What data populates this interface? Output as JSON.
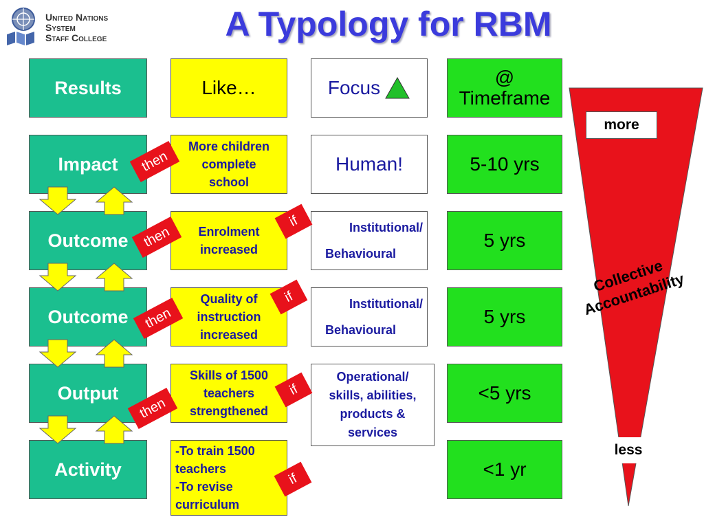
{
  "header": {
    "title": "A Typology for RBM",
    "org_lines": [
      "United Nations",
      "System",
      "Staff College"
    ]
  },
  "headers": {
    "level": "Results",
    "like": "Like…",
    "focus": "Focus",
    "timeframe_line1": "@",
    "timeframe_line2": "Timeframe"
  },
  "levels": [
    {
      "label": "Impact",
      "like_lines": [
        "More children",
        "complete",
        "school"
      ],
      "focus_lines": [
        "Human!"
      ],
      "timeframe": "5-10 yrs"
    },
    {
      "label": "Outcome",
      "like_lines": [
        "Enrolment",
        "increased"
      ],
      "focus_lines": [
        "Institutional/",
        "Behavioural"
      ],
      "timeframe": "5 yrs"
    },
    {
      "label": "Outcome",
      "like_lines": [
        "Quality of",
        "instruction",
        "increased"
      ],
      "focus_lines": [
        "Institutional/",
        "Behavioural"
      ],
      "timeframe": "5 yrs"
    },
    {
      "label": "Output",
      "like_lines": [
        "Skills of 1500",
        "teachers",
        "strengthened"
      ],
      "focus_lines": [
        "Operational/",
        "skills, abilities,",
        "products &",
        "services"
      ],
      "timeframe": "<5 yrs"
    },
    {
      "label": "Activity",
      "like_lines": [
        "-To train 1500",
        "teachers",
        "-To revise",
        "curriculum"
      ],
      "focus_lines": [],
      "timeframe": "<1 yr"
    }
  ],
  "tags": {
    "then": "then",
    "if": "if"
  },
  "accountability": {
    "top": "more",
    "bottom": "less",
    "line1": "Collective",
    "line2": "Accountability"
  },
  "colors": {
    "level_box": "#1bbf8f",
    "like_box": "#ffff00",
    "timeframe_box": "#22e01e",
    "tag": "#e8121b",
    "arrow": "#ffff00",
    "funnel": "#e8121b",
    "focus_triangle": "#22c02a",
    "title": "#3b3bdc"
  }
}
